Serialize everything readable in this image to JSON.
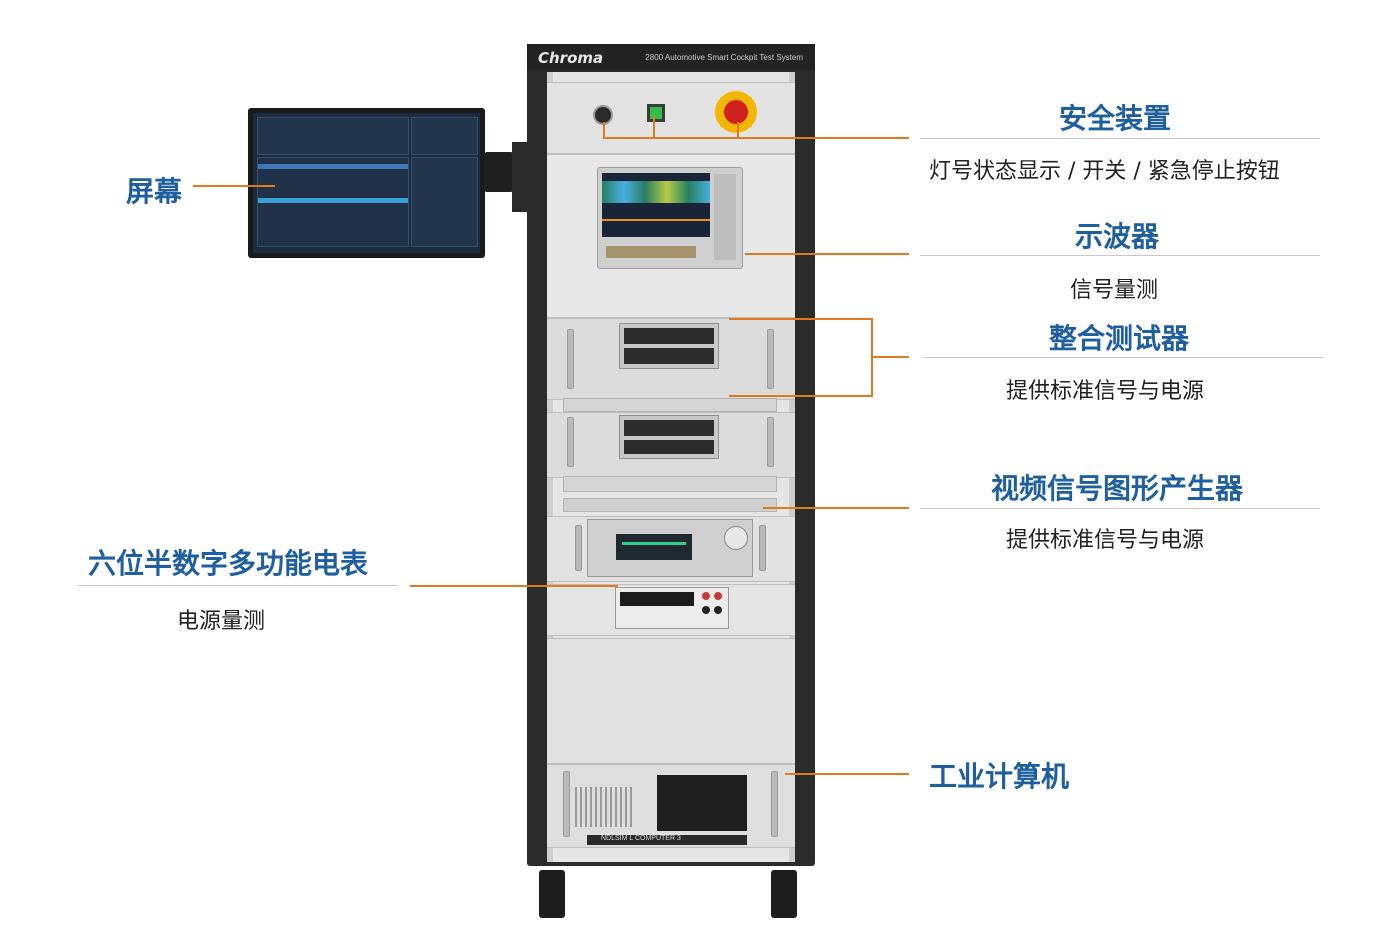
{
  "rack": {
    "brand": "Chroma",
    "model_title": "2800 Automotive Smart Cockpit Test System",
    "computer_label": "NDLSIM L COMPUTER 3"
  },
  "callouts": {
    "safety": {
      "title": "安全装置",
      "desc": "灯号状态显示 / 开关 / 紧急停止按钮"
    },
    "oscilloscope": {
      "title": "示波器",
      "desc": "信号量测"
    },
    "integrated_tester": {
      "title": "整合测试器",
      "desc": "提供标准信号与电源"
    },
    "video_generator": {
      "title": "视频信号图形产生器",
      "desc": "提供标准信号与电源"
    },
    "computer": {
      "title": "工业计算机"
    },
    "screen": {
      "title": "屏幕"
    },
    "dmm": {
      "title": "六位半数字多功能电表",
      "desc": "电源量测"
    }
  },
  "colors": {
    "title_blue": "#1f5f9f",
    "leader_orange": "#e07a1f",
    "rack_black": "#2b2b2b",
    "emergency_red": "#d21f1f",
    "emergency_yellow": "#f2b705",
    "button_green": "#2fbf4a"
  }
}
